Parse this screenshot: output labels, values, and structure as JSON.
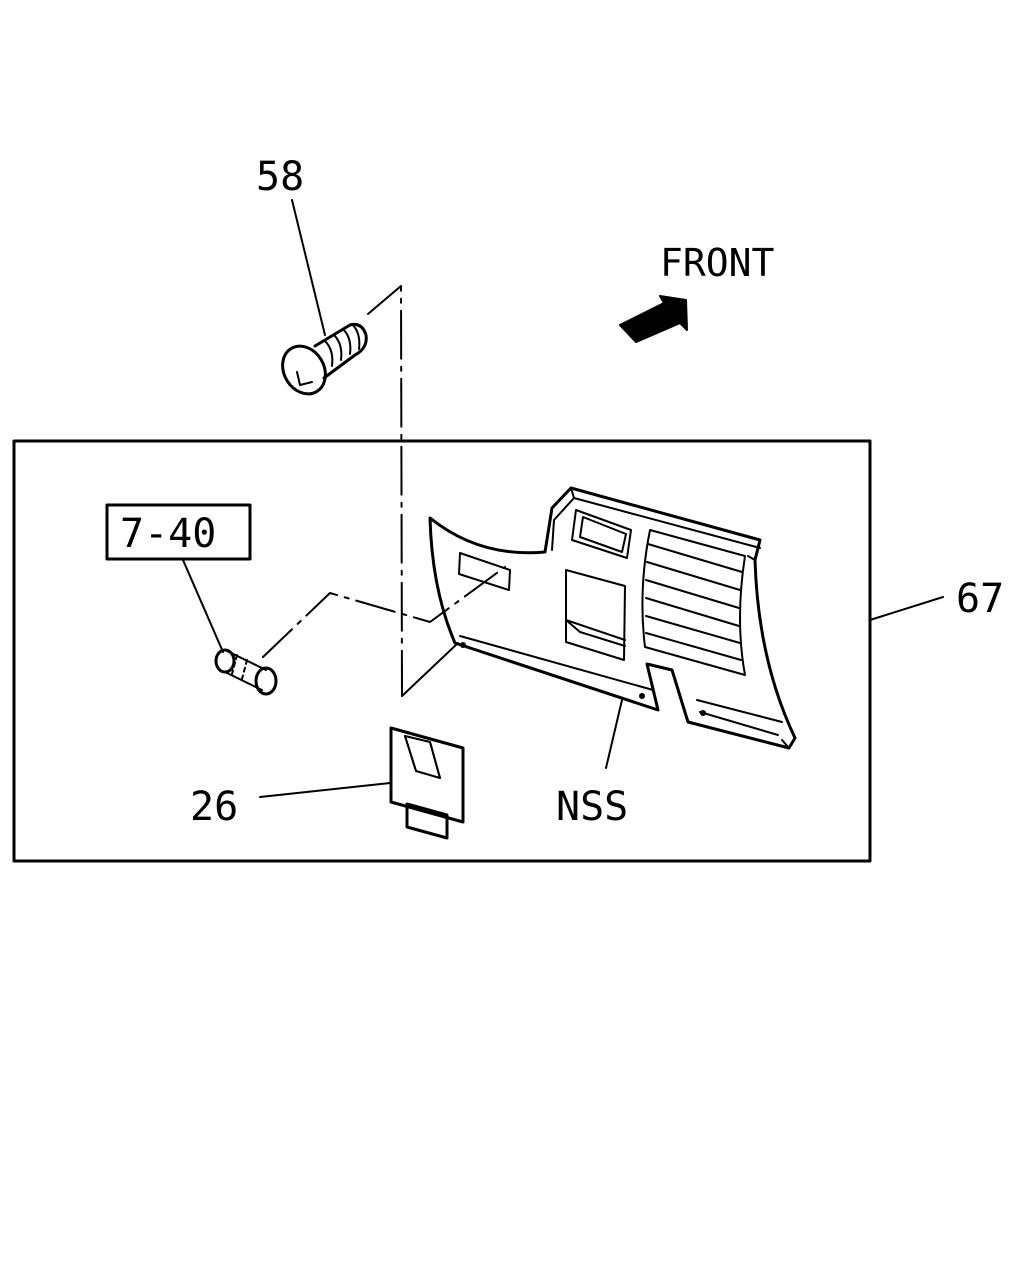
{
  "labels": {
    "part_58": "58",
    "part_7_40": "7-40",
    "part_26": "26",
    "part_67": "67",
    "nss": "NSS",
    "front": "FRONT"
  }
}
